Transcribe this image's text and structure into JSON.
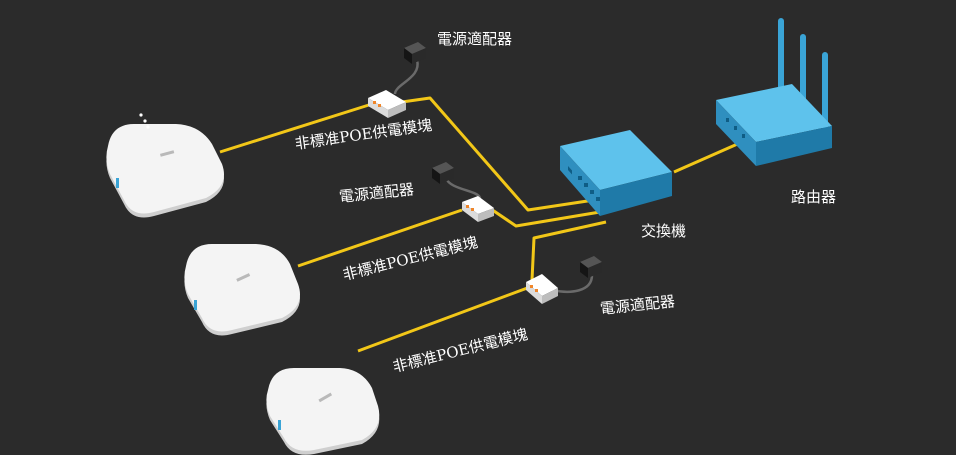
{
  "labels": {
    "router": "路由器",
    "switch": "交換機",
    "adapter_1": "電源適配器",
    "adapter_2": "電源適配器",
    "adapter_3": "電源適配器",
    "poe_module_1": "非標准POE供電模塊",
    "poe_module_2": "非標准POE供電模塊",
    "poe_module_3": "非標准POE供電模塊"
  },
  "colors": {
    "background": "#2b2b2b",
    "cable": "#f2c718",
    "device_blue": "#3aa4d6",
    "ap_white": "#f4f4f4",
    "label_text": "#ffffff"
  }
}
